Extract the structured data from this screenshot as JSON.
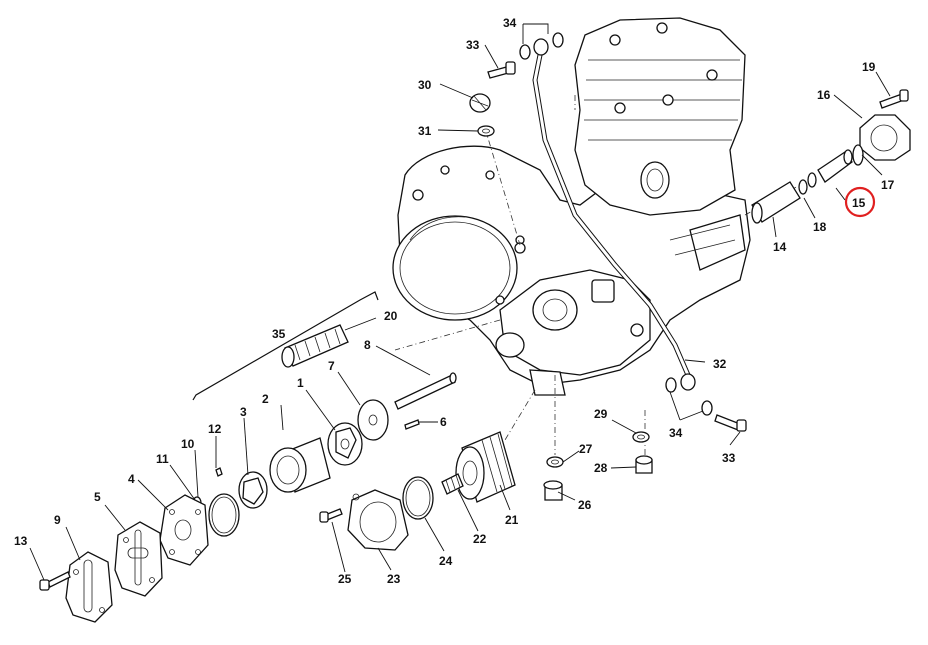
{
  "diagram": {
    "highlight_color": "#e02020",
    "callouts": {
      "c1": "1",
      "c2": "2",
      "c3": "3",
      "c4": "4",
      "c5": "5",
      "c6": "6",
      "c7": "7",
      "c8": "8",
      "c9": "9",
      "c10": "10",
      "c11": "11",
      "c12": "12",
      "c13": "13",
      "c14": "14",
      "c15": "15",
      "c16": "16",
      "c17": "17",
      "c18": "18",
      "c19": "19",
      "c20": "20",
      "c21": "21",
      "c22": "22",
      "c23": "23",
      "c24": "24",
      "c25": "25",
      "c26": "26",
      "c27": "27",
      "c28": "28",
      "c29": "29",
      "c30": "30",
      "c31": "31",
      "c32": "32",
      "c33a": "33",
      "c33b": "33",
      "c34a": "34",
      "c34b": "34",
      "c35": "35"
    }
  }
}
